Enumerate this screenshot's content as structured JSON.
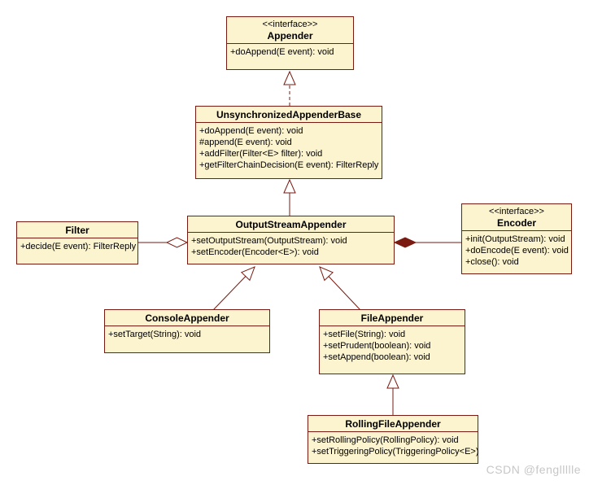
{
  "diagram_title": "Appender class diagram",
  "colors": {
    "node_fill": "#fcf3cf",
    "node_border": "#7a1a10",
    "line_color": "#7a1a10",
    "text_color": "#000000",
    "watermark_color": "#c7c7c7"
  },
  "classes": {
    "appender": {
      "stereotype": "<<interface>>",
      "name": "Appender",
      "methods": [
        "+doAppend(E event): void"
      ]
    },
    "unsynchronized_appender_base": {
      "name": "UnsynchronizedAppenderBase",
      "methods": [
        "+doAppend(E event): void",
        "#append(E event): void",
        "+addFilter(Filter<E> filter): void",
        "+getFilterChainDecision(E event): FilterReply"
      ]
    },
    "output_stream_appender": {
      "name": "OutputStreamAppender",
      "methods": [
        "+setOutputStream(OutputStream): void",
        "+setEncoder(Encoder<E>): void"
      ]
    },
    "filter": {
      "name": "Filter",
      "methods": [
        "+decide(E event): FilterReply"
      ]
    },
    "encoder": {
      "stereotype": "<<interface>>",
      "name": "Encoder",
      "methods": [
        "+init(OutputStream): void",
        "+doEncode(E event): void",
        "+close(): void"
      ]
    },
    "console_appender": {
      "name": "ConsoleAppender",
      "methods": [
        "+setTarget(String): void"
      ]
    },
    "file_appender": {
      "name": "FileAppender",
      "methods": [
        "+setFile(String): void",
        "+setPrudent(boolean): void",
        "+setAppend(boolean): void"
      ]
    },
    "rolling_file_appender": {
      "name": "RollingFileAppender",
      "methods": [
        "+setRollingPolicy(RollingPolicy): void",
        "+setTriggeringPolicy(TriggeringPolicy<E>)"
      ]
    }
  },
  "relationships": [
    {
      "from": "UnsynchronizedAppenderBase",
      "to": "Appender",
      "type": "realization"
    },
    {
      "from": "OutputStreamAppender",
      "to": "UnsynchronizedAppenderBase",
      "type": "generalization"
    },
    {
      "from": "ConsoleAppender",
      "to": "OutputStreamAppender",
      "type": "generalization"
    },
    {
      "from": "FileAppender",
      "to": "OutputStreamAppender",
      "type": "generalization"
    },
    {
      "from": "RollingFileAppender",
      "to": "FileAppender",
      "type": "generalization"
    },
    {
      "from": "OutputStreamAppender",
      "to": "Filter",
      "type": "aggregation"
    },
    {
      "from": "OutputStreamAppender",
      "to": "Encoder",
      "type": "composition"
    }
  ],
  "watermark": "CSDN @fengllllle"
}
